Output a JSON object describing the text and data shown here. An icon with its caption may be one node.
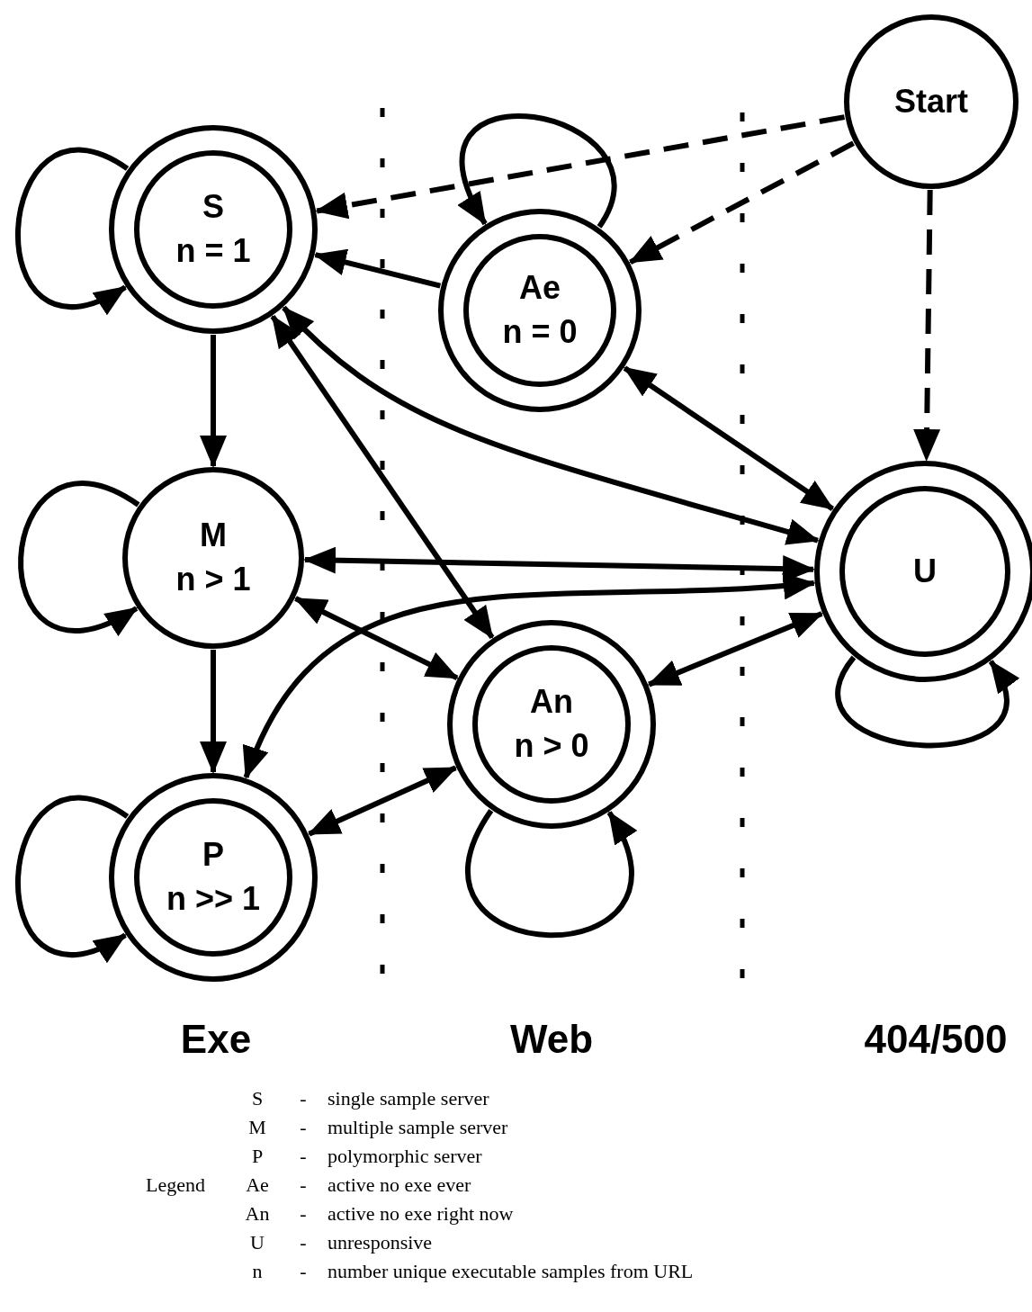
{
  "diagram": {
    "nodes": [
      {
        "text": [
          "Start"
        ]
      },
      {
        "text": [
          "S",
          "n = 1"
        ]
      },
      {
        "text": [
          "Ae",
          "n = 0"
        ]
      },
      {
        "text": [
          "M",
          "n > 1"
        ]
      },
      {
        "text": [
          "U"
        ]
      },
      {
        "text": [
          "An",
          "n > 0"
        ]
      },
      {
        "text": [
          "P",
          "n >> 1"
        ]
      }
    ],
    "edges": [
      {
        "from": 0,
        "to": 1,
        "arrow": "to",
        "style": "dashed"
      },
      {
        "from": 0,
        "to": 2,
        "arrow": "to",
        "style": "dashed"
      },
      {
        "from": 0,
        "to": 4,
        "arrow": "to",
        "style": "dashed"
      },
      {
        "from": 1,
        "to": 1,
        "arrow": "to"
      },
      {
        "from": 2,
        "to": 2,
        "arrow": "to"
      },
      {
        "from": 2,
        "to": 1,
        "arrow": "to"
      },
      {
        "from": 1,
        "to": 3,
        "arrow": "to"
      },
      {
        "from": 2,
        "to": 4,
        "arrow": "both"
      },
      {
        "from": 1,
        "to": 4,
        "arrow": "both"
      },
      {
        "from": 1,
        "to": 5,
        "arrow": "both"
      },
      {
        "from": 3,
        "to": 3,
        "arrow": "to"
      },
      {
        "from": 3,
        "to": 4,
        "arrow": "both"
      },
      {
        "from": 4,
        "to": 6,
        "arrow": "both"
      },
      {
        "from": 3,
        "to": 6,
        "arrow": "to"
      },
      {
        "from": 3,
        "to": 5,
        "arrow": "both"
      },
      {
        "from": 4,
        "to": 4,
        "arrow": "to"
      },
      {
        "from": 5,
        "to": 4,
        "arrow": "both"
      },
      {
        "from": 6,
        "to": 5,
        "arrow": "both"
      },
      {
        "from": 5,
        "to": 5,
        "arrow": "to"
      },
      {
        "from": 6,
        "to": 6,
        "arrow": "to"
      }
    ],
    "labels": [
      "Exe",
      "Web",
      "404/500",
      "S",
      "-",
      "single sample server",
      "M",
      "-",
      "multiple sample server",
      "P",
      "-",
      "polymorphic server",
      "Legend",
      "Ae",
      "-",
      "active no exe ever",
      "An",
      "-",
      "active no exe right now",
      "U",
      "-",
      "unresponsive",
      "n",
      "-",
      "number unique executable samples from URL"
    ]
  }
}
